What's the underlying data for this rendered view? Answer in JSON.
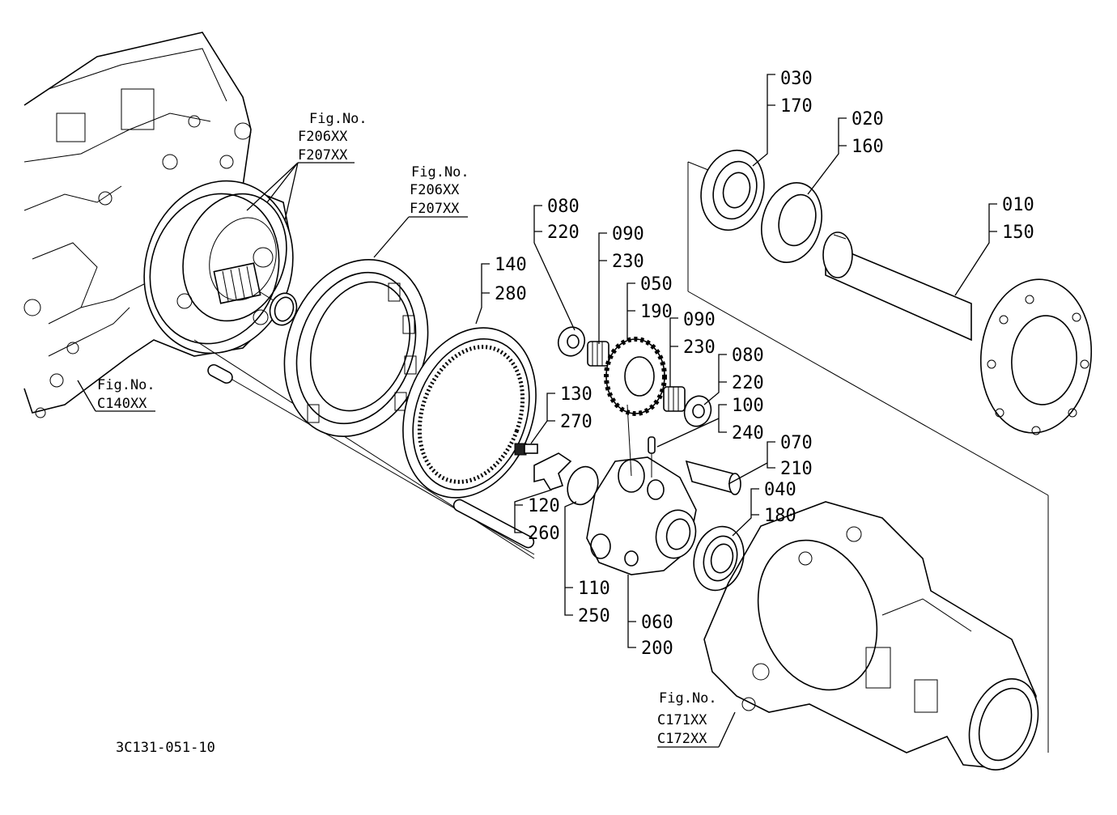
{
  "drawing_code": "3C131-051-10",
  "callouts": [
    {
      "id": "c010",
      "codes": [
        "010",
        "150"
      ]
    },
    {
      "id": "c020",
      "codes": [
        "020",
        "160"
      ]
    },
    {
      "id": "c030",
      "codes": [
        "030",
        "170"
      ]
    },
    {
      "id": "c040",
      "codes": [
        "040",
        "180"
      ]
    },
    {
      "id": "c050",
      "codes": [
        "050",
        "190"
      ]
    },
    {
      "id": "c060",
      "codes": [
        "060",
        "200"
      ]
    },
    {
      "id": "c070",
      "codes": [
        "070",
        "210"
      ]
    },
    {
      "id": "c080a",
      "codes": [
        "080",
        "220"
      ]
    },
    {
      "id": "c080b",
      "codes": [
        "080",
        "220"
      ]
    },
    {
      "id": "c090a",
      "codes": [
        "090",
        "230"
      ]
    },
    {
      "id": "c090b",
      "codes": [
        "090",
        "230"
      ]
    },
    {
      "id": "c100",
      "codes": [
        "100",
        "240"
      ]
    },
    {
      "id": "c110",
      "codes": [
        "110",
        "250"
      ]
    },
    {
      "id": "c120",
      "codes": [
        "120",
        "260"
      ]
    },
    {
      "id": "c130",
      "codes": [
        "130",
        "270"
      ]
    },
    {
      "id": "c140",
      "codes": [
        "140",
        "280"
      ]
    }
  ],
  "figure_refs": [
    {
      "id": "ref-f206-housing",
      "label": "Fig.No.",
      "codes": [
        "F206XX",
        "F207XX"
      ]
    },
    {
      "id": "ref-f206-ring",
      "label": "Fig.No.",
      "codes": [
        "F206XX",
        "F207XX"
      ]
    },
    {
      "id": "ref-c140",
      "label": "Fig.No.",
      "codes": [
        "C140XX"
      ]
    },
    {
      "id": "ref-c171",
      "label": "Fig.No.",
      "codes": [
        "C171XX",
        "C172XX"
      ]
    }
  ]
}
